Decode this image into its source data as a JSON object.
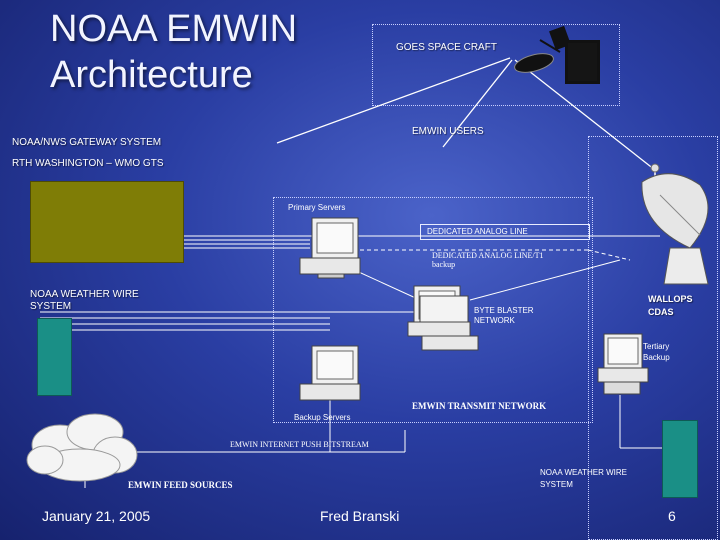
{
  "title_line1": "NOAA EMWIN",
  "title_line2": "Architecture",
  "labels": {
    "goes": "GOES SPACE CRAFT",
    "emwin_users": "EMWIN USERS",
    "gateway": "NOAA/NWS GATEWAY SYSTEM",
    "rth": "RTH WASHINGTON – WMO GTS",
    "primary_servers": "Primary Servers",
    "dedicated_line": "DEDICATED ANALOG LINE",
    "dedicated_t1_1": "DEDICATED ANALOG LINE/T1",
    "dedicated_t1_2": "backup",
    "weather_wire_1": "NOAA WEATHER WIRE",
    "weather_wire_2": "SYSTEM",
    "byte_blaster_1": "BYTE BLASTER",
    "byte_blaster_2": "NETWORK",
    "wallops_1": "WALLOPS",
    "wallops_2": "CDAS",
    "tertiary_1": "Tertiary",
    "tertiary_2": "Backup",
    "transmit_network": "EMWIN TRANSMIT NETWORK",
    "backup_servers": "Backup Servers",
    "internet_push": "EMWIN INTERNET PUSH BITSTREAM",
    "feed_sources": "EMWIN FEED  SOURCES",
    "weather_wire_r1": "NOAA WEATHER WIRE",
    "weather_wire_r2": "SYSTEM"
  },
  "footer": {
    "date": "January 21, 2005",
    "author": "Fred Branski",
    "page": "6"
  },
  "colors": {
    "olive_block": "#7f7d06",
    "teal_block": "#1a8f86"
  }
}
